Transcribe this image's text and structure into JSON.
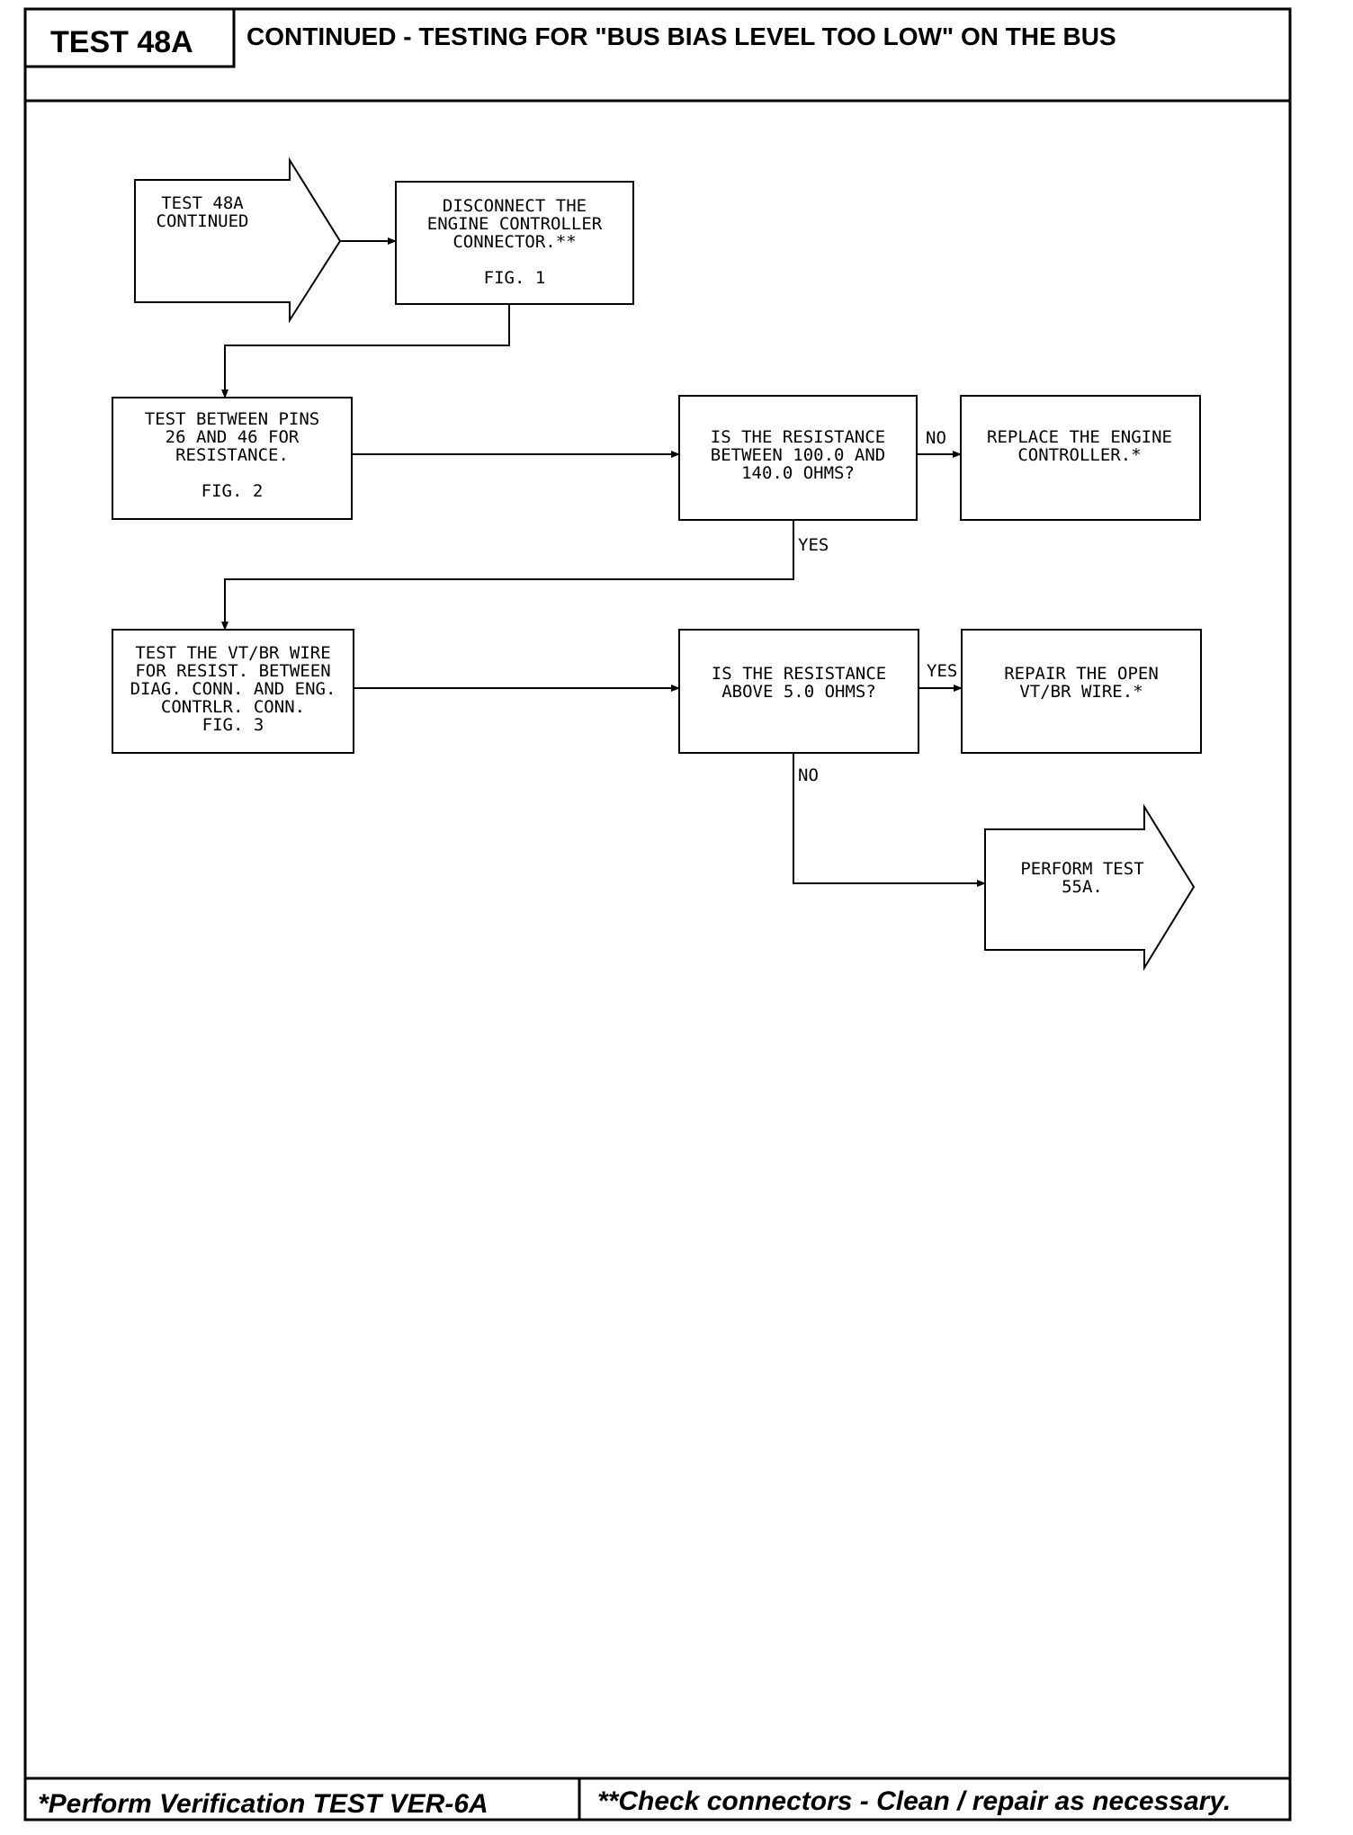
{
  "header": {
    "test_label": "TEST 48A",
    "title": "CONTINUED - TESTING FOR \"BUS BIAS LEVEL TOO LOW\" ON THE BUS"
  },
  "flowchart": {
    "nodes": {
      "start": [
        "TEST 48A",
        "CONTINUED"
      ],
      "disconnect": [
        "DISCONNECT THE",
        "ENGINE CONTROLLER",
        "CONNECTOR.**",
        "",
        "FIG. 1"
      ],
      "test_pins": [
        "TEST BETWEEN PINS",
        "26 AND 46 FOR",
        "RESISTANCE.",
        "",
        "FIG. 2"
      ],
      "question1": [
        "IS THE RESISTANCE",
        "BETWEEN 100.0 AND",
        "140.0 OHMS?"
      ],
      "replace": [
        "REPLACE THE ENGINE",
        "CONTROLLER.*"
      ],
      "test_wire": [
        "TEST THE VT/BR WIRE",
        "FOR RESIST. BETWEEN",
        "DIAG. CONN. AND ENG.",
        "CONTRLR. CONN.",
        "FIG. 3"
      ],
      "question2": [
        "IS THE RESISTANCE",
        "ABOVE 5.0 OHMS?"
      ],
      "repair": [
        "REPAIR THE OPEN",
        "VT/BR WIRE.*"
      ],
      "perform": [
        "PERFORM TEST",
        "55A."
      ]
    },
    "labels": {
      "no1": "NO",
      "yes1": "YES",
      "yes2": "YES",
      "no2": "NO"
    }
  },
  "footer": {
    "left": "*Perform Verification TEST VER-6A",
    "right": "**Check connectors - Clean / repair as necessary."
  }
}
